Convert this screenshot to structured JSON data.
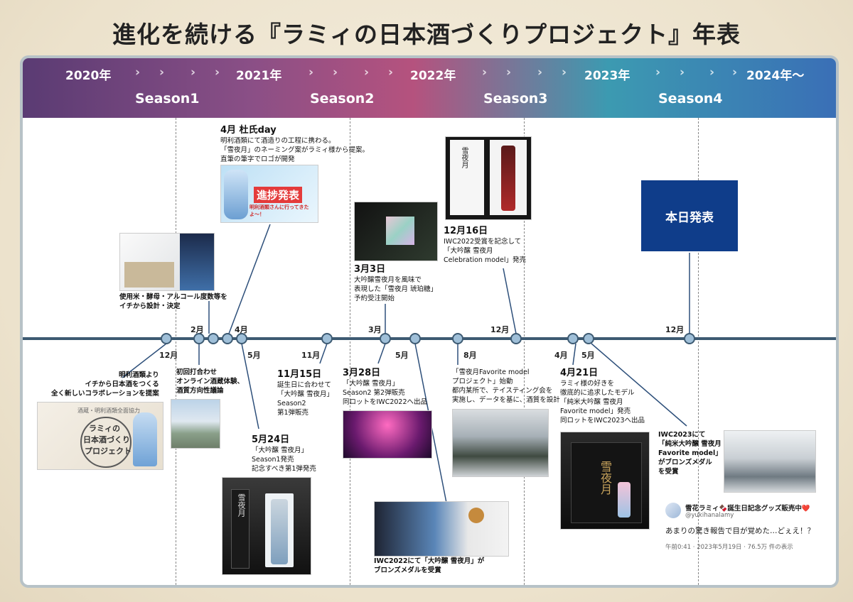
{
  "title": "進化を続ける『ラミィの日本酒づくりプロジェクト』年表",
  "header": {
    "years": [
      "2020年",
      "2021年",
      "2022年",
      "2023年",
      "2024年〜"
    ],
    "seasons": [
      "Season1",
      "Season2",
      "Season3",
      "Season4"
    ]
  },
  "months": {
    "m12a": "12月",
    "m2": "2月",
    "m4a": "4月",
    "m5a": "5月",
    "m11": "11月",
    "m3": "3月",
    "m5b": "5月",
    "m8": "8月",
    "m12b": "12月",
    "m4b": "4月",
    "m5c": "5月",
    "m12c": "12月"
  },
  "events": {
    "e1": [
      "明利酒類より",
      "イチから日本酒をつくる",
      "全く新しいコラボレーションを提案"
    ],
    "e2": [
      "使用米・酵母・アルコール度数等を",
      "イチから設計・決定"
    ],
    "e3": [
      "初回打合わせ",
      "オンライン酒蔵体験、",
      "酒質方向性議論"
    ],
    "e4_date": "4月 杜氏day",
    "e4": [
      "明利酒類にて酒造りの工程に携わる。",
      "「雪夜月」のネーミング案がラミィ様から提案。",
      "直筆の筆字でロゴが開発"
    ],
    "e5_date": "5月24日",
    "e5": [
      "「大吟醸 雪夜月」",
      "Season1発売",
      "記念すべき第1弾発売"
    ],
    "e6_date": "11月15日",
    "e6": [
      "誕生日に合わせて",
      "「大吟醸 雪夜月」",
      "Season2",
      "第1弾販売"
    ],
    "e7_date": "3月3日",
    "e7": [
      "大吟醸雪夜月を風味で",
      "表現した「雪夜月 琥珀糖」",
      "予約受注開始"
    ],
    "e8_date": "3月28日",
    "e8": [
      "「大吟醸 雪夜月」",
      "Season2 第2弾販売",
      "同ロットをIWC2022へ出品"
    ],
    "e9": [
      "IWC2022にて「大吟醸 雪夜月」が",
      "ブロンズメダルを受賞"
    ],
    "e10": [
      "「雪夜月Favorite model",
      "プロジェクト」始動",
      "都内某所で、テイスティング会を",
      "実施し、データを基に、酒質を設計"
    ],
    "e11_date": "12月16日",
    "e11": [
      "IWC2022受賞を記念して",
      "「大吟醸 雪夜月",
      "Celebration model」発売"
    ],
    "e12_date": "4月21日",
    "e12": [
      "ラミィ様の好きを",
      "徹底的に追求したモデル",
      "「純米大吟醸 雪夜月",
      "Favorite model」発売",
      "同ロットをIWC2023へ出品"
    ],
    "e13": [
      "IWC2023にて",
      "「純米大吟醸 雪夜月",
      "Favorite model」",
      "がブロンズメダル",
      "を受賞"
    ],
    "announce": "本日発表"
  },
  "photos": {
    "poster_title": "進捗発表",
    "poster_sub": "明利酒類さんに行ってきたよ〜！",
    "logo_line1": "ラミィの",
    "logo_line2": "日本酒づくり",
    "logo_line3": "プロジェクト",
    "logo_top": "酒蔵・明利酒類全面協力",
    "bottle_label": "雪夜月"
  },
  "tweet": {
    "name": "雪花ラミィ🍫誕生日記念グッズ販売中❤️",
    "handle": "@yukihanalamy",
    "text": "あまりの驚き報告で目が覚めた…どぇえ！？",
    "meta": "午前0:41 · 2023年5月19日 · 76.5万 件の表示"
  },
  "colors": {
    "axis": "#3d5a72",
    "node": "#9fbfd8",
    "announce": "#0f3d8a"
  }
}
